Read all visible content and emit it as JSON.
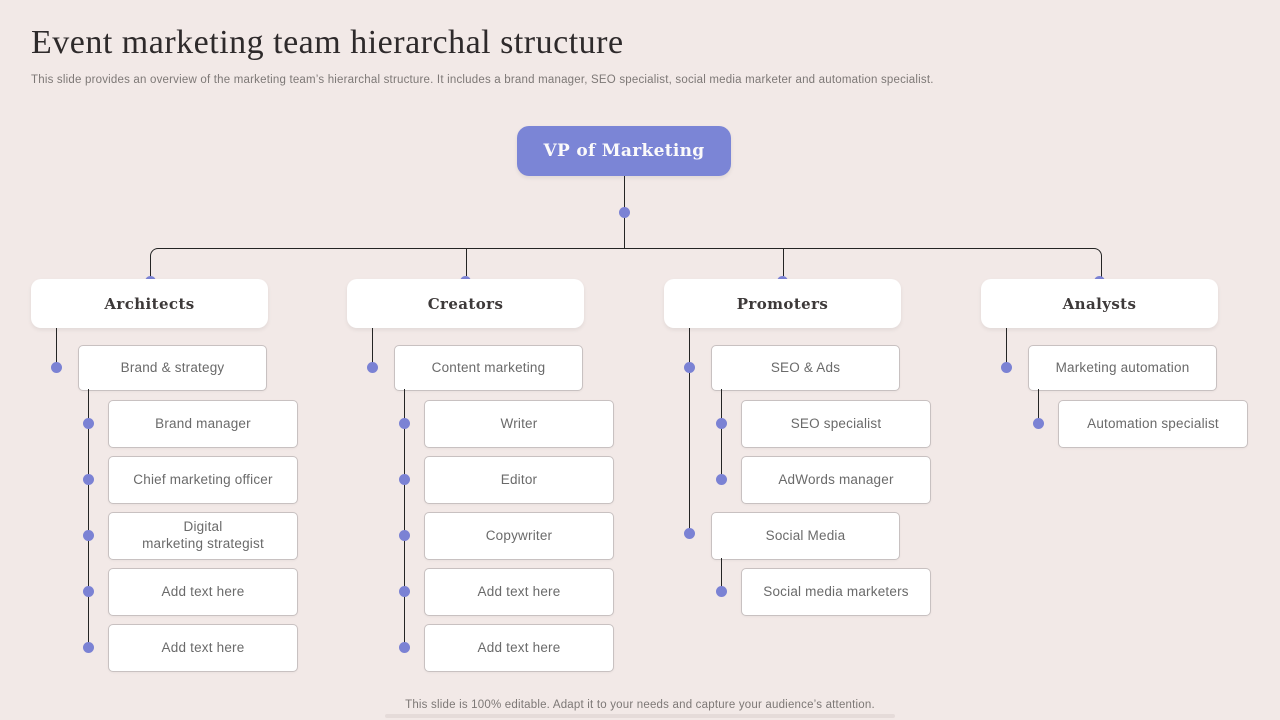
{
  "slide": {
    "title": "Event marketing team hierarchal structure",
    "subtitle": "This slide provides an overview of the marketing team’s hierarchal structure. It includes a brand manager, SEO specialist, social media marketer and automation specialist.",
    "footer": "This slide is 100% editable. Adapt it to your needs and capture your audience’s attention.",
    "root": {
      "label": "VP of Marketing"
    }
  },
  "colors": {
    "background": "#f2e9e7",
    "accent_purple": "#7b85d6",
    "dot_purple": "#7b82d4",
    "connector_line": "#242424",
    "box_border": "#c8c1c1",
    "box_text": "#6a6a6a",
    "header_text": "#3d3939"
  },
  "columns": [
    {
      "header": "Architects",
      "groups": [
        {
          "label": "Brand & strategy",
          "children": [
            "Brand manager",
            "Chief marketing officer",
            "Digital\nmarketing strategist",
            "Add text here",
            "Add text here"
          ]
        }
      ]
    },
    {
      "header": "Creators",
      "groups": [
        {
          "label": "Content marketing",
          "children": [
            "Writer",
            "Editor",
            "Copywriter",
            "Add text here",
            "Add text here"
          ]
        }
      ]
    },
    {
      "header": "Promoters",
      "groups": [
        {
          "label": "SEO & Ads",
          "children": [
            "SEO specialist",
            "AdWords manager"
          ]
        },
        {
          "label": "Social Media",
          "children": [
            "Social media marketers"
          ]
        }
      ]
    },
    {
      "header": "Analysts",
      "groups": [
        {
          "label": "Marketing automation",
          "children": [
            "Automation specialist"
          ]
        }
      ]
    }
  ]
}
